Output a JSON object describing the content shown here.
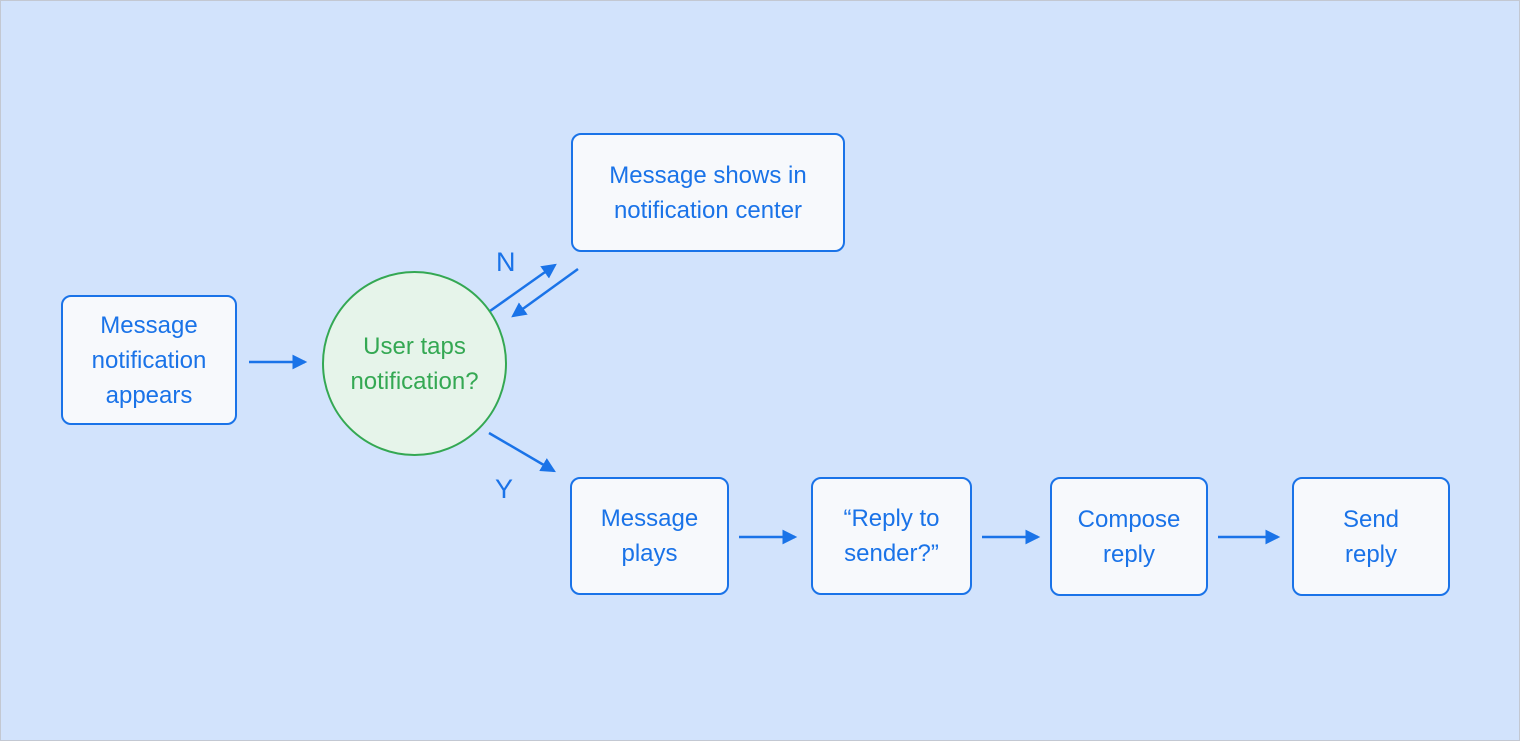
{
  "diagram": {
    "type": "flowchart",
    "colors": {
      "background": "#D2E3FC",
      "primary_blue": "#1A73E8",
      "node_fill": "#F7F9FC",
      "decision_green": "#34A853",
      "decision_fill": "#E6F4EA"
    },
    "nodes": {
      "start": {
        "shape": "rectangle",
        "label": "Message\nnotification\nappears"
      },
      "decision": {
        "shape": "circle",
        "label": "User taps\nnotification?"
      },
      "no_result": {
        "shape": "rectangle",
        "label": "Message shows in\nnotification center"
      },
      "message_plays": {
        "shape": "rectangle",
        "label": "Message\nplays"
      },
      "reply_to_sender": {
        "shape": "rectangle",
        "label": "“Reply to\nsender?”"
      },
      "compose_reply": {
        "shape": "rectangle",
        "label": "Compose\nreply"
      },
      "send_reply": {
        "shape": "rectangle",
        "label": "Send\nreply"
      }
    },
    "branch_labels": {
      "no": "N",
      "yes": "Y"
    }
  }
}
